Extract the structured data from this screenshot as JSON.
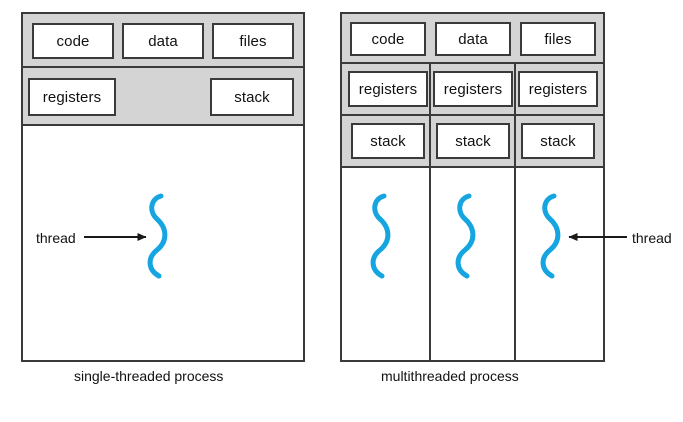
{
  "figure": {
    "title": "single-threaded and multithreaded process memory layout",
    "colors": {
      "thread_blue": "#15a5e0",
      "band_gray": "#d4d4d4",
      "outline": "#3a3a3a",
      "cell_fill": "#ffffff",
      "background": "#ffffff",
      "text": "#111111"
    }
  },
  "panels": [
    {
      "id": "single-threaded",
      "caption": "single-threaded process",
      "rows": [
        {
          "id": "shared-resources",
          "cells": [
            "code",
            "data",
            "files"
          ]
        },
        {
          "id": "thread-state",
          "cells": [
            "registers",
            "stack"
          ]
        }
      ],
      "thread_count": 1,
      "annotation": {
        "label": "thread",
        "arrow_direction": "right"
      }
    },
    {
      "id": "multithreaded",
      "caption": "multithreaded process",
      "rows": [
        {
          "id": "shared-resources",
          "cells": [
            "code",
            "data",
            "files"
          ]
        },
        {
          "id": "registers",
          "cells": [
            "registers",
            "registers",
            "registers"
          ]
        },
        {
          "id": "stacks",
          "cells": [
            "stack",
            "stack",
            "stack"
          ]
        }
      ],
      "thread_count": 3,
      "annotation": {
        "label": "thread",
        "arrow_direction": "left"
      }
    }
  ],
  "labels": {
    "code": "code",
    "data": "data",
    "files": "files",
    "registers": "registers",
    "stack": "stack",
    "thread": "thread",
    "single_caption": "single-threaded process",
    "multi_caption": "multithreaded process"
  }
}
